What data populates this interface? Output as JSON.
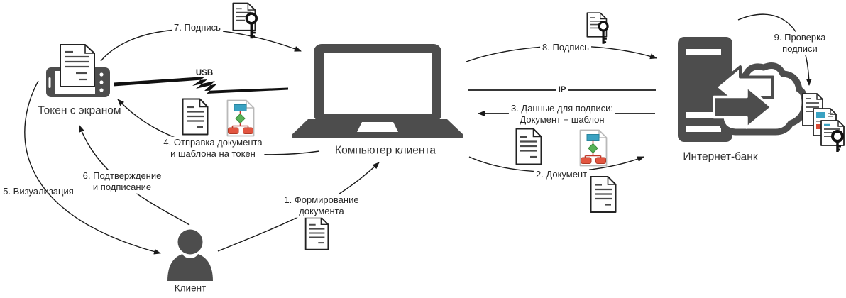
{
  "colors": {
    "icon_gray": "#4d4d4d",
    "line_black": "#1a1a1a",
    "template_teal": "#3aa2c2",
    "template_green": "#57b257",
    "template_red": "#e25540",
    "text": "#262626"
  },
  "nodes": {
    "token": {
      "label": "Токен с экраном"
    },
    "computer": {
      "label": "Компьютер клиента"
    },
    "bank": {
      "label": "Интернет-банк"
    },
    "client": {
      "label": "Клиент"
    }
  },
  "connections": {
    "usb": {
      "label": "USB"
    },
    "ip": {
      "label": "IP"
    }
  },
  "steps": {
    "s1": {
      "line1": "1. Формирование",
      "line2": "документа"
    },
    "s2": {
      "line1": "2. Документ"
    },
    "s3": {
      "line1": "3. Данные для подписи:",
      "line2": "Документ + шаблон"
    },
    "s4": {
      "line1": "4. Отправка документа",
      "line2": "и шаблона на токен"
    },
    "s5": {
      "line1": "5. Визуализация"
    },
    "s6": {
      "line1": "6. Подтверждение",
      "line2": "и подписание"
    },
    "s7": {
      "line1": "7. Подпись"
    },
    "s8": {
      "line1": "8. Подпись"
    },
    "s9": {
      "line1": "9. Проверка",
      "line2": "подписи"
    }
  },
  "icons": {
    "token": "token-with-screen-icon",
    "computer": "laptop-icon",
    "bank": "server-cloud-transfer-icon",
    "client": "person-icon",
    "document": "document-icon",
    "template": "document-template-icon",
    "signed_document": "signed-document-key-icon",
    "signed_documents_stack": "signed-documents-stack-key-icon",
    "usb_link": "lightning-bolt-link-icon"
  }
}
